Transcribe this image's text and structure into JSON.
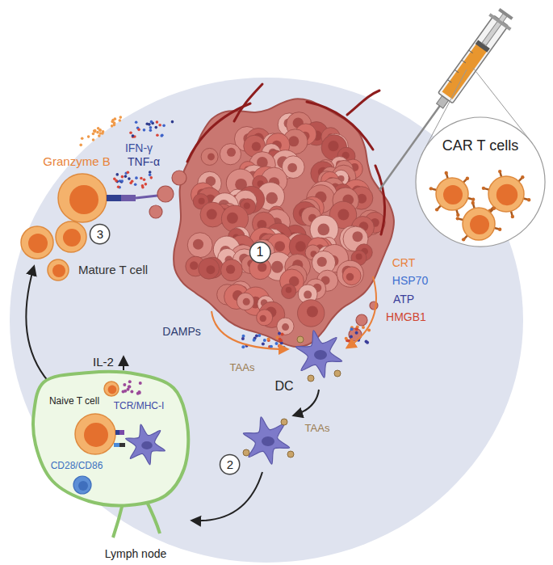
{
  "diagram": {
    "nodes": [
      {
        "text": [
          "CAR T cells"
        ]
      },
      {
        "text": [
          "1"
        ]
      },
      {
        "text": [
          "3"
        ]
      },
      {
        "text": [
          "Naive T cell",
          "TCR/MHC-I",
          "CD28/CD86",
          "Lymph node"
        ]
      },
      {
        "text": [
          "2"
        ]
      }
    ],
    "labels": [
      "Granzyme B",
      "IFN-γ",
      "TNF-α",
      "Mature T cell",
      "CRT",
      "HSP70",
      "DAMPs",
      "ATP",
      "HMGB1",
      "TAAs",
      "DC",
      "IL-2",
      "TAAs"
    ]
  }
}
